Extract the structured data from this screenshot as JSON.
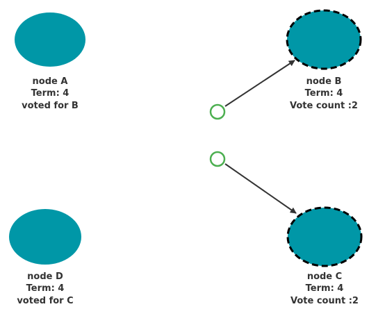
{
  "colors": {
    "node_fill": "#0097a7",
    "candidate_border": "#000000",
    "label_text": "#333333",
    "message_circle": "#4caf50",
    "arrow": "#333333"
  },
  "nodes": {
    "a": {
      "name": "node A",
      "term": "Term: 4",
      "status": "voted for B",
      "role": "follower"
    },
    "b": {
      "name": "node B",
      "term": "Term: 4",
      "status": "Vote count :2",
      "role": "candidate"
    },
    "c": {
      "name": "node C",
      "term": "Term: 4",
      "status": "Vote count :2",
      "role": "candidate"
    },
    "d": {
      "name": "node D",
      "term": "Term: 4",
      "status": "voted for C",
      "role": "follower"
    }
  },
  "messages": [
    {
      "target": "node B",
      "icon": "message-circle-icon"
    },
    {
      "target": "node C",
      "icon": "message-circle-icon"
    }
  ]
}
